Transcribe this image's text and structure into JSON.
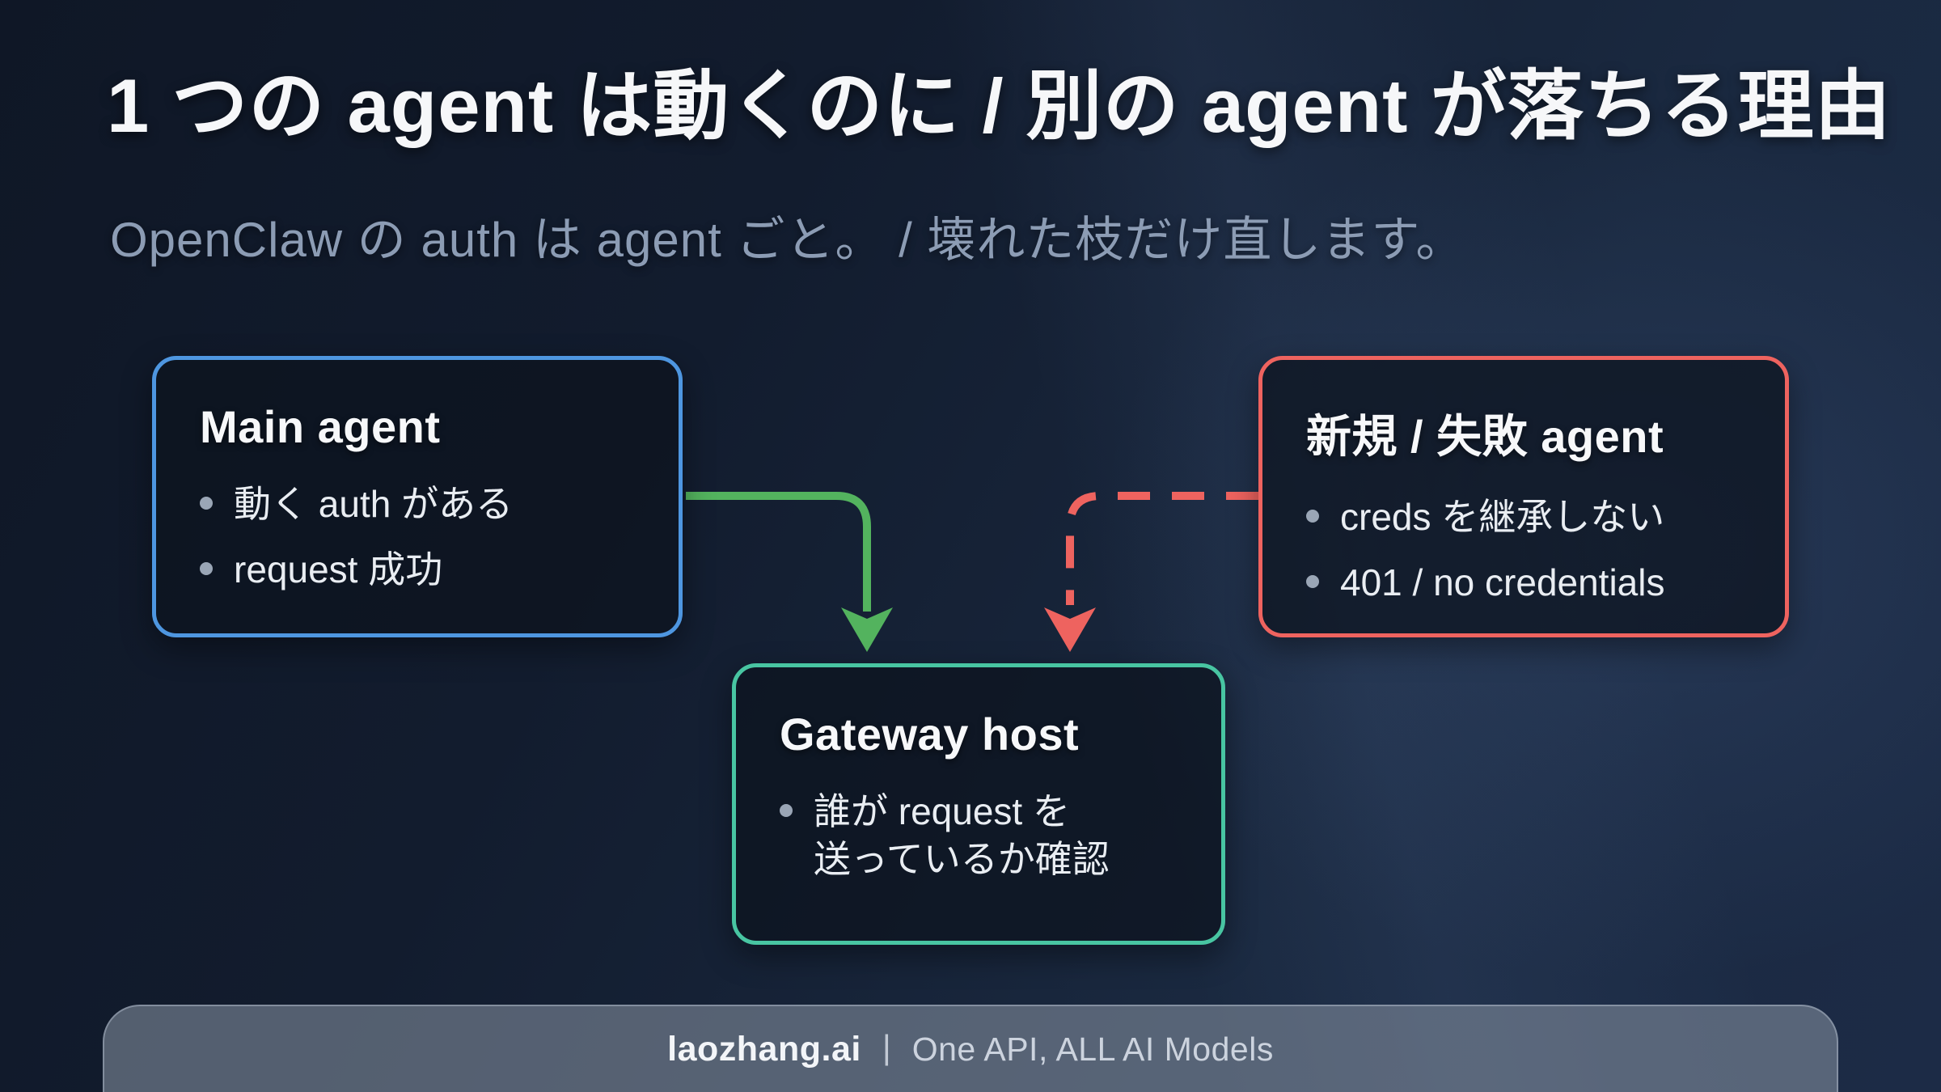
{
  "slide": {
    "title": "1 つの agent は動くのに / 別の agent が落ちる理由",
    "subtitle": "OpenClaw の auth は agent ごと。 / 壊れた枝だけ直します。"
  },
  "boxes": {
    "main_agent": {
      "title": "Main agent",
      "bullets": [
        "動く auth がある",
        "request 成功"
      ],
      "border_color": "#4e96e0"
    },
    "failed_agent": {
      "title": "新規 / 失敗 agent",
      "bullets": [
        "creds を継承しない",
        "401 / no credentials"
      ],
      "border_color": "#ee635f"
    },
    "gateway": {
      "title": "Gateway host",
      "bullet_lines": [
        "誰が request を",
        "送っているか確認"
      ],
      "border_color": "#48c5a2"
    }
  },
  "arrows": {
    "success": {
      "from": "main_agent",
      "to": "gateway",
      "style": "solid",
      "color": "#53b35e"
    },
    "failure": {
      "from": "failed_agent",
      "to": "gateway",
      "style": "dashed",
      "color": "#ee635f"
    }
  },
  "footer": {
    "brand": "laozhang.ai",
    "separator": "|",
    "tagline": "One API, ALL AI Models"
  },
  "colors": {
    "background_dark": "#0f1726",
    "background_light": "#1c2b46",
    "box_fill": "#0c131f",
    "title_text": "#f6f7f9",
    "subtitle_text": "#8c9cb4",
    "bullet_text": "#e9edf2",
    "bullet_dot": "#9aa6b6",
    "footer_bar": "#7e899a"
  }
}
